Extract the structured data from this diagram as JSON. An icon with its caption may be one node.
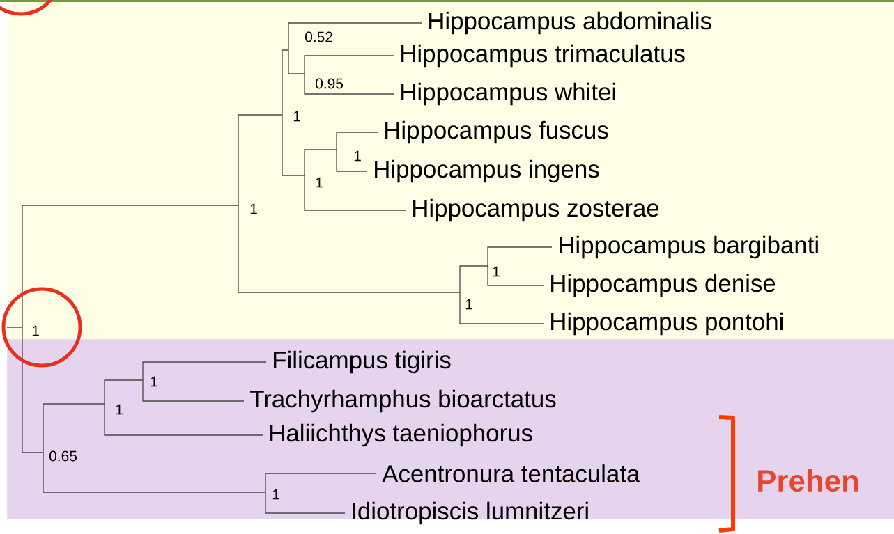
{
  "diagram": {
    "nodes": [
      {
        "text": [],
        "shape": "band"
      },
      {
        "text": [],
        "shape": "band"
      },
      {
        "text": [
          "Hippocampus abdominalis"
        ],
        "in": 0
      },
      {
        "text": [
          "0.52"
        ],
        "in": 0
      },
      {
        "text": [
          "Hippocampus trimaculatus"
        ],
        "in": 0
      },
      {
        "text": [
          "0.95"
        ],
        "in": 0
      },
      {
        "text": [
          "Hippocampus whitei"
        ],
        "in": 0
      },
      {
        "text": [
          "1"
        ],
        "in": 0
      },
      {
        "text": [
          "Hippocampus fuscus"
        ],
        "in": 0
      },
      {
        "text": [
          "1"
        ],
        "in": 0
      },
      {
        "text": [
          "Hippocampus ingens"
        ],
        "in": 0
      },
      {
        "text": [
          "1"
        ],
        "in": 0
      },
      {
        "text": [
          "1"
        ],
        "in": 0
      },
      {
        "text": [
          "Hippocampus zosterae"
        ],
        "in": 0
      },
      {
        "text": [
          "Hippocampus bargibanti"
        ],
        "in": 0
      },
      {
        "text": [
          "1"
        ],
        "in": 0
      },
      {
        "text": [
          "Hippocampus denise"
        ],
        "in": 0
      },
      {
        "text": [
          "1"
        ],
        "in": 0
      },
      {
        "text": [
          "Hippocampus pontohi"
        ],
        "in": 0
      },
      {
        "text": [
          "1"
        ],
        "in": 0
      },
      {
        "text": [
          "Filicampus tigiris"
        ],
        "in": 1
      },
      {
        "text": [
          "1"
        ],
        "in": 1
      },
      {
        "text": [
          "Trachyrhamphus bioarctatus"
        ],
        "in": 1
      },
      {
        "text": [
          "1"
        ],
        "in": 1
      },
      {
        "text": [
          "Haliichthys taeniophorus"
        ],
        "in": 1
      },
      {
        "text": [
          "0.65"
        ],
        "in": 1
      },
      {
        "text": [
          "Acentronura tentaculata"
        ],
        "in": 1
      },
      {
        "text": [
          "1"
        ],
        "in": 1
      },
      {
        "text": [
          "Idiotropiscis lumnitzeri"
        ],
        "in": 1
      }
    ],
    "edges": [
      {
        "from": null,
        "to": 19,
        "arrow": "none"
      },
      {
        "from": 19,
        "to": 12,
        "arrow": "none"
      },
      {
        "from": 19,
        "to": 25,
        "arrow": "none"
      },
      {
        "from": 12,
        "to": 7,
        "arrow": "none"
      },
      {
        "from": 12,
        "to": 17,
        "arrow": "none"
      },
      {
        "from": 7,
        "to": 3,
        "arrow": "none"
      },
      {
        "from": 7,
        "to": 11,
        "arrow": "none"
      },
      {
        "from": 3,
        "to": 2,
        "arrow": "none"
      },
      {
        "from": 3,
        "to": 5,
        "arrow": "none"
      },
      {
        "from": 5,
        "to": 4,
        "arrow": "none"
      },
      {
        "from": 5,
        "to": 6,
        "arrow": "none"
      },
      {
        "from": 11,
        "to": 9,
        "arrow": "none"
      },
      {
        "from": 11,
        "to": 13,
        "arrow": "none"
      },
      {
        "from": 9,
        "to": 8,
        "arrow": "none"
      },
      {
        "from": 9,
        "to": 10,
        "arrow": "none"
      },
      {
        "from": 17,
        "to": 15,
        "arrow": "none"
      },
      {
        "from": 17,
        "to": 18,
        "arrow": "none"
      },
      {
        "from": 15,
        "to": 14,
        "arrow": "none"
      },
      {
        "from": 15,
        "to": 16,
        "arrow": "none"
      },
      {
        "from": 25,
        "to": 23,
        "arrow": "none"
      },
      {
        "from": 25,
        "to": 27,
        "arrow": "none"
      },
      {
        "from": 23,
        "to": 21,
        "arrow": "none"
      },
      {
        "from": 23,
        "to": 24,
        "arrow": "none"
      },
      {
        "from": 21,
        "to": 20,
        "arrow": "none"
      },
      {
        "from": 21,
        "to": 22,
        "arrow": "none"
      },
      {
        "from": 27,
        "to": 26,
        "arrow": "none"
      },
      {
        "from": 27,
        "to": 28,
        "arrow": "none"
      }
    ],
    "labels": [
      "Prehen"
    ]
  }
}
